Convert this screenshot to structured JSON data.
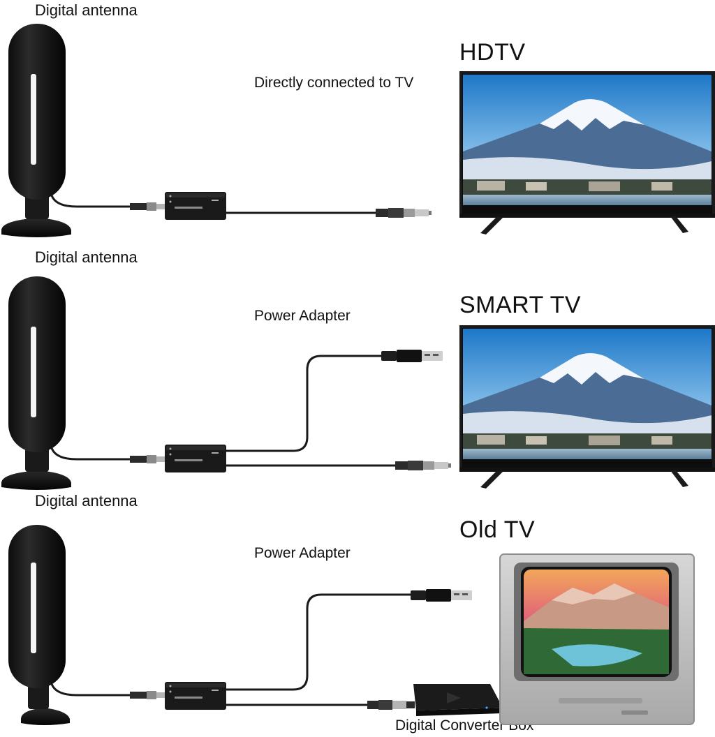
{
  "rows": [
    {
      "antenna_label": "Digital antenna",
      "tv_title": "HDTV",
      "connection_note": "Directly connected to TV",
      "tv_type": "flat-panel"
    },
    {
      "antenna_label": "Digital antenna",
      "tv_title": "SMART TV",
      "connection_note": "Power Adapter",
      "tv_type": "flat-panel"
    },
    {
      "antenna_label": "Digital antenna",
      "tv_title": "Old TV",
      "connection_note": "Power Adapter",
      "tv_type": "crt",
      "converter_label": "Digital Converter Box"
    }
  ],
  "icons": {
    "antenna": "digital-antenna-icon",
    "amplifier": "signal-amplifier-icon",
    "usb": "usb-plug-icon",
    "coax": "coax-connector-icon",
    "tv": "tv-icon",
    "converter": "converter-box-icon"
  }
}
